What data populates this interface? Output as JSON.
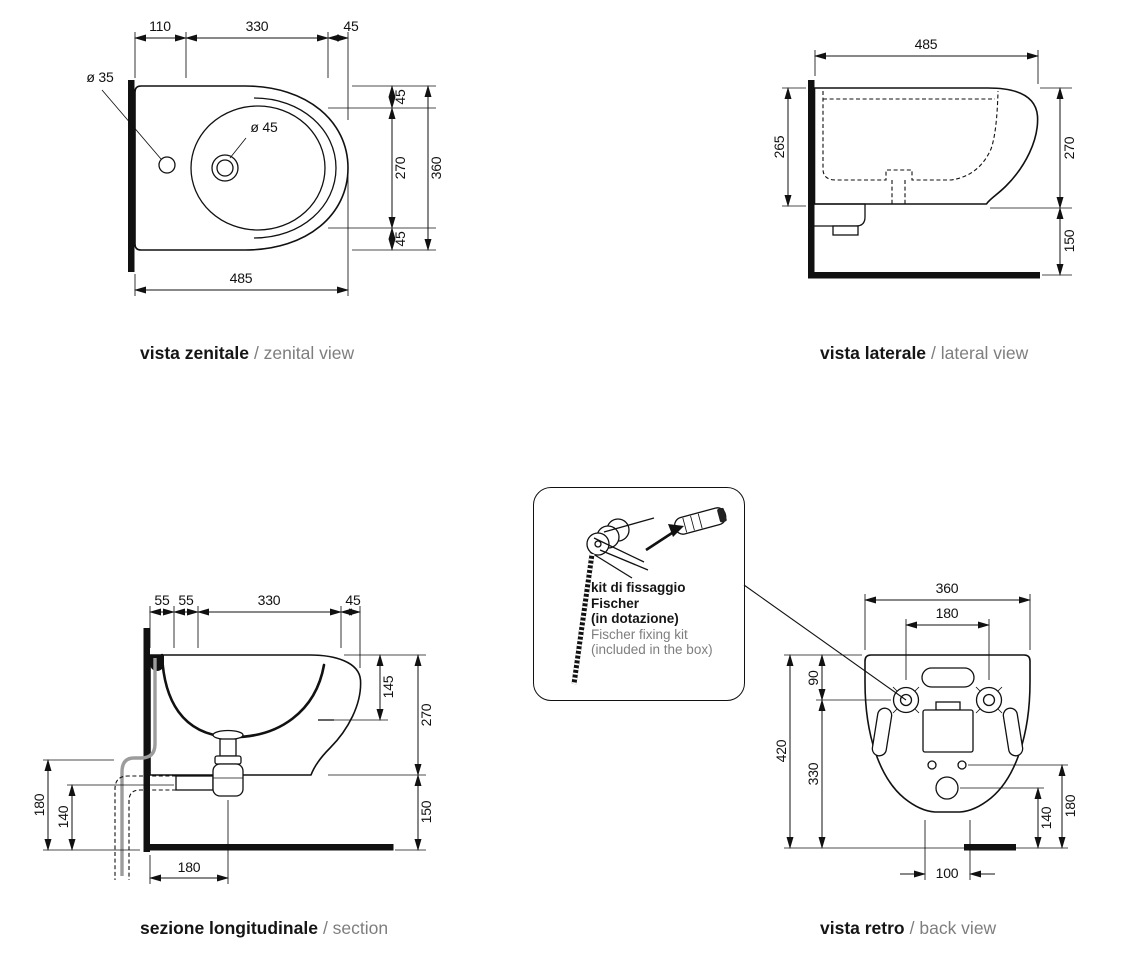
{
  "page": {
    "background": "#ffffff",
    "line_color": "#111111",
    "muted_color": "#7e7e7e"
  },
  "captions": {
    "zenital": {
      "title": "vista zenitale",
      "subtitle": "/ zenital view"
    },
    "lateral": {
      "title": "vista laterale",
      "subtitle": "/ lateral view"
    },
    "section": {
      "title": "sezione longitudinale",
      "subtitle": "/ section"
    },
    "back": {
      "title": "vista retro",
      "subtitle": "/ back view"
    }
  },
  "zenital": {
    "top_a": "110",
    "top_b": "330",
    "top_c": "45",
    "hole_small": "ø 35",
    "hole_drain": "ø 45",
    "right_a": "45",
    "right_b": "270",
    "right_c": "45",
    "right_total": "360",
    "bottom_total": "485"
  },
  "lateral": {
    "top_total": "485",
    "left_height": "265",
    "right_upper": "270",
    "right_lower": "150"
  },
  "section": {
    "top_a": "55",
    "top_b": "55",
    "top_c": "330",
    "top_d": "45",
    "right_a": "145",
    "right_b": "270",
    "right_c": "150",
    "left_a": "180",
    "left_b": "140",
    "bottom_a": "180"
  },
  "back": {
    "top_total": "360",
    "holes_span": "180",
    "left_total": "420",
    "left_upper": "90",
    "left_lower": "330",
    "right_a": "140",
    "right_b": "180",
    "bottom_a": "100"
  },
  "kit": {
    "line1": "kit di fissaggio",
    "line2": "Fischer",
    "line3": "(in dotazione)",
    "line4": "Fischer fixing kit",
    "line5": "(included in the box)"
  }
}
